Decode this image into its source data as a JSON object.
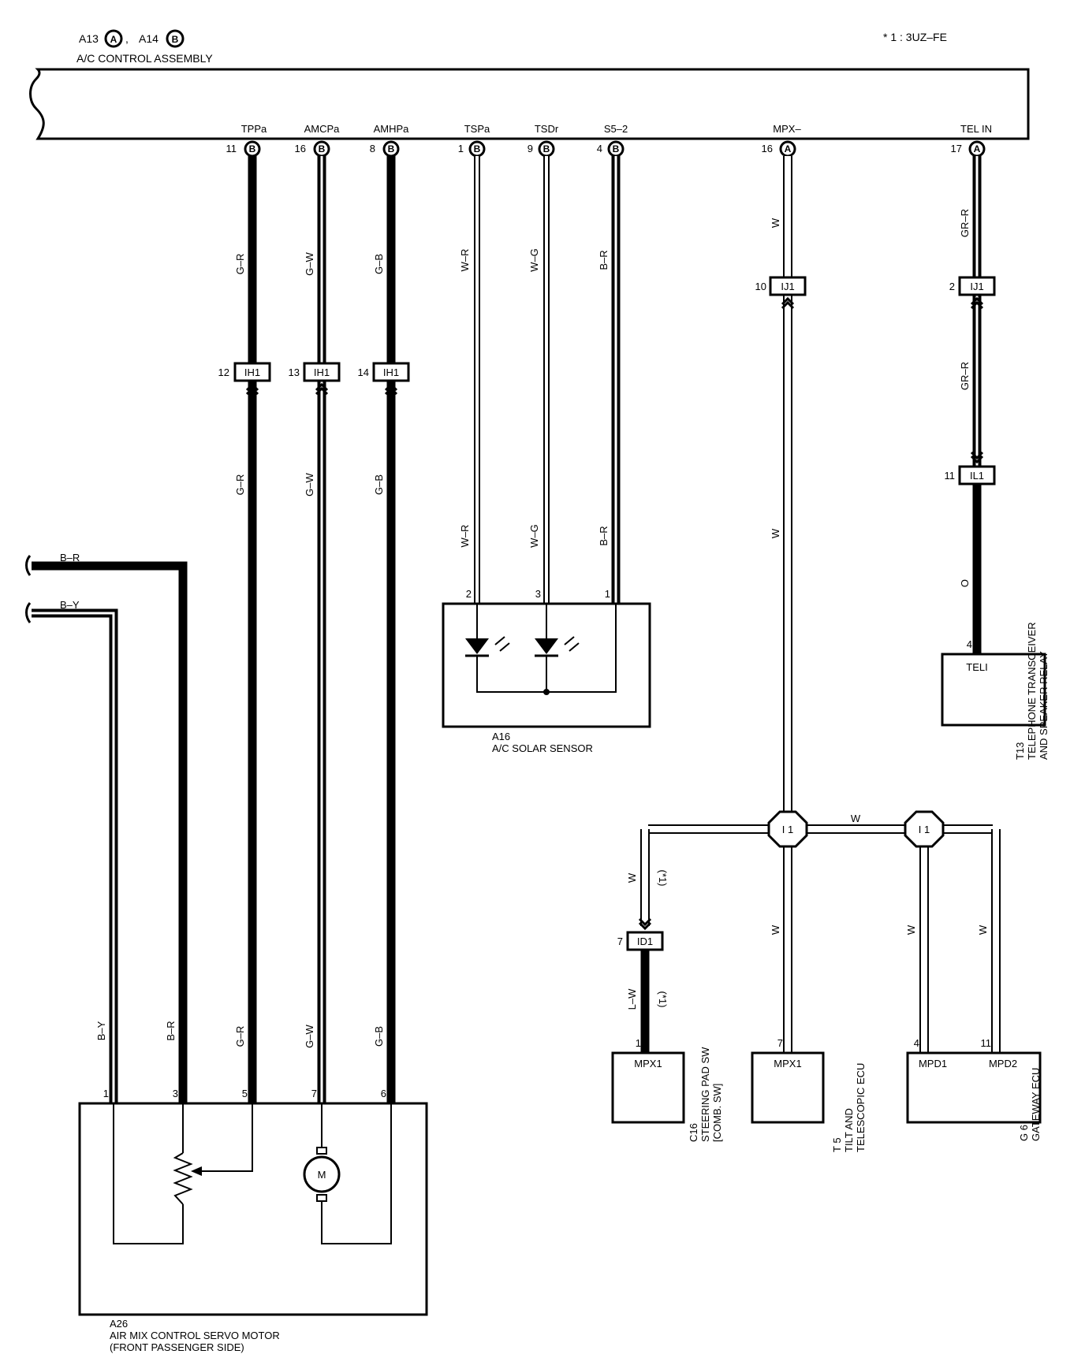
{
  "header": {
    "connector_a": "A13",
    "connector_a_letter": "A",
    "connector_sep": ",",
    "connector_b": "A14",
    "connector_b_letter": "B",
    "title": "A/C CONTROL ASSEMBLY",
    "note": "* 1 : 3UZ–FE"
  },
  "ac_pins": {
    "tppa": {
      "label": "TPPa",
      "pin": "11",
      "conn": "B"
    },
    "amcpa": {
      "label": "AMCPa",
      "pin": "16",
      "conn": "B"
    },
    "amhpa": {
      "label": "AMHPa",
      "pin": "8",
      "conn": "B"
    },
    "tspa": {
      "label": "TSPa",
      "pin": "1",
      "conn": "B"
    },
    "tsdr": {
      "label": "TSDr",
      "pin": "9",
      "conn": "B"
    },
    "s52": {
      "label": "S5–2",
      "pin": "4",
      "conn": "B"
    },
    "mpx": {
      "label": "MPX–",
      "pin": "16",
      "conn": "A"
    },
    "telin": {
      "label": "TEL IN",
      "pin": "17",
      "conn": "A"
    }
  },
  "wires": {
    "gr": "G–R",
    "gw": "G–W",
    "gb": "G–B",
    "wr": "W–R",
    "wg": "W–G",
    "br": "B–R",
    "by": "B–Y",
    "w": "W",
    "grr": "GR–R",
    "o": "O",
    "lw": "L–W",
    "star1": "(*1)"
  },
  "junctions": {
    "ih1": "IH1",
    "ij1": "IJ1",
    "il1": "IL1",
    "id1": "ID1",
    "i1": "I 1",
    "ih1_pins": [
      "12",
      "13",
      "14"
    ],
    "ij1_pins": [
      "10",
      "2"
    ],
    "il1_pin": "11",
    "id1_pin": "7"
  },
  "components": {
    "a16": {
      "id": "A16",
      "name": "A/C SOLAR SENSOR",
      "pins": [
        "2",
        "3",
        "1"
      ]
    },
    "a26": {
      "id": "A26",
      "name": "AIR MIX CONTROL SERVO MOTOR",
      "sub": "(FRONT PASSENGER SIDE)",
      "pins": [
        "1",
        "3",
        "5",
        "7",
        "6"
      ],
      "motor": "M"
    },
    "t13": {
      "id": "T13",
      "name1": "TELEPHONE TRANSCEIVER",
      "name2": "AND SPEAKER RELAY",
      "terminal": "TELI",
      "pin": "4"
    },
    "c16": {
      "id": "C16",
      "name1": "STEERING PAD SW",
      "name2": "[COMB. SW]",
      "terminal": "MPX1",
      "pin": "1"
    },
    "t5": {
      "id": "T 5",
      "name1": "TILT AND",
      "name2": "TELESCOPIC ECU",
      "terminal": "MPX1",
      "pin": "7"
    },
    "g6": {
      "id": "G 6",
      "name1": "GATEWAY ECU",
      "terminal1": "MPD1",
      "terminal2": "MPD2",
      "pin1": "4",
      "pin2": "11"
    }
  }
}
